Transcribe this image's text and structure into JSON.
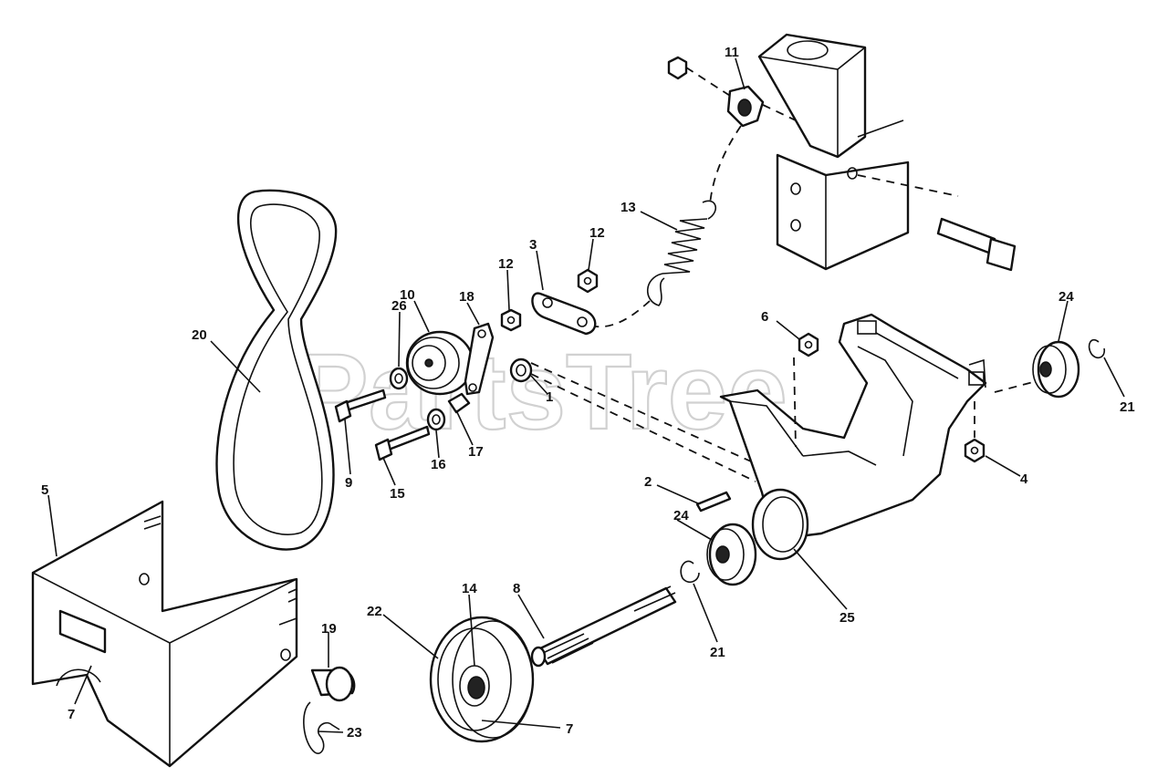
{
  "watermark": "PartsTree",
  "callouts": {
    "c1": "1",
    "c2": "2",
    "c3": "3",
    "c4": "4",
    "c5": "5",
    "c6": "6",
    "c7a": "7",
    "c7b": "7",
    "c8": "8",
    "c9": "9",
    "c10": "10",
    "c11": "11",
    "c12a": "12",
    "c12b": "12",
    "c13": "13",
    "c14": "14",
    "c15": "15",
    "c16": "16",
    "c17": "17",
    "c18": "18",
    "c19": "19",
    "c20": "20",
    "c21a": "21",
    "c21b": "21",
    "c22": "22",
    "c23": "23",
    "c24a": "24",
    "c24b": "24",
    "c25": "25",
    "c26": "26"
  }
}
